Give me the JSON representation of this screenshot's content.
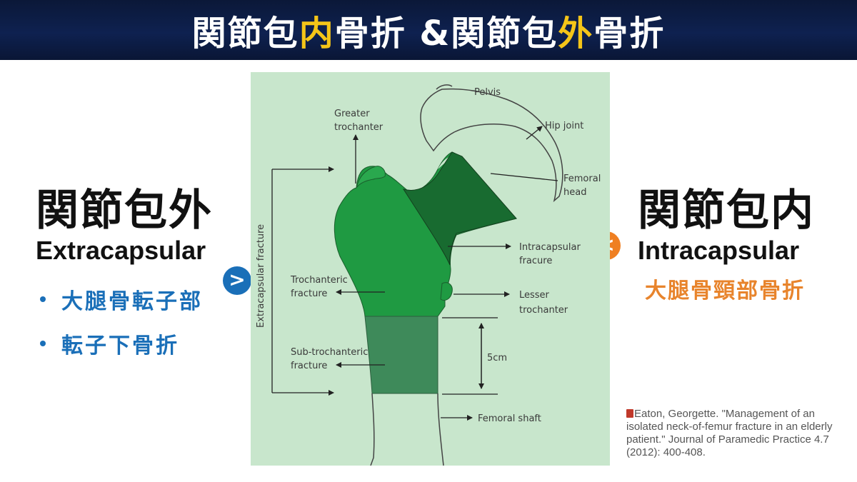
{
  "title": {
    "part1": "関節包",
    "part1_highlight": "内",
    "part2": "骨折 &関節包",
    "part2_highlight": "外",
    "part3": "骨折"
  },
  "left": {
    "heading_jp": "関節包外",
    "heading_en": "Extracapsular",
    "bullets": [
      "大腿骨転子部",
      "転子下骨折"
    ],
    "arrow": ">"
  },
  "right": {
    "heading_jp": "関節包内",
    "heading_en": "Intracapsular",
    "subtitle": "大腿骨頸部骨折",
    "arrow": "<"
  },
  "diagram": {
    "pelvis": "Pelvis",
    "greater_1": "Greater",
    "greater_2": "trochanter",
    "hip_joint": "Hip joint",
    "femoral_head_1": "Femoral",
    "femoral_head_2": "head",
    "intracapsular_1": "Intracapsular",
    "intracapsular_2": "fracure",
    "trochanteric_1": "Trochanteric",
    "trochanteric_2": "fracture",
    "lesser_1": "Lesser",
    "lesser_2": "trochanter",
    "subtroch_1": "Sub-trochanteric",
    "subtroch_2": "fracture",
    "five_cm": "5cm",
    "femoral_shaft": "Femoral shaft",
    "extracapsular_vertical": "Extracapsular fracture"
  },
  "citation": "Eaton, Georgette. \"Management of an isolated neck-of-femur fracture in an elderly patient.\" Journal of Paramedic Practice 4.7 (2012): 400-408.",
  "colors": {
    "title_bg": "#0e2150",
    "title_highlight": "#f5c518",
    "blue": "#1a6fb8",
    "orange": "#ef7f22",
    "diagram_bg": "#c8e6cc",
    "bone_bright": "#1f9a42",
    "bone_dark": "#186b30",
    "bone_muted": "#3e8a5a"
  }
}
